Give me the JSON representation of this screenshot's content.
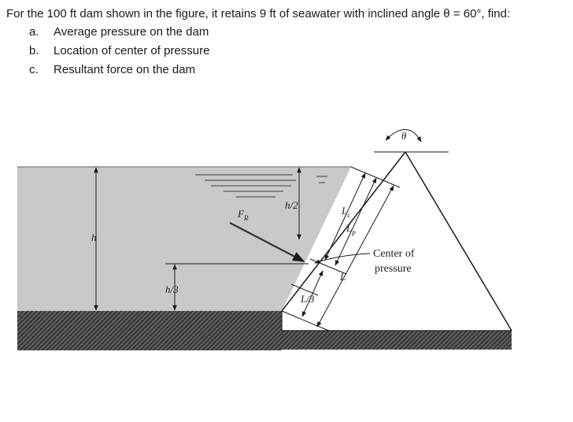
{
  "problem": {
    "statement": "For the 100 ft dam shown in the figure, it retains 9 ft of seawater with inclined angle θ = 60°, find:",
    "items": [
      {
        "marker": "a.",
        "text": "Average pressure on the dam"
      },
      {
        "marker": "b.",
        "text": "Location of center of pressure"
      },
      {
        "marker": "c.",
        "text": "Resultant force on the dam"
      }
    ]
  },
  "figure": {
    "labels": {
      "theta": "θ",
      "h": "h",
      "h_half": "h/2",
      "h_third": "h/3",
      "force_main": "F",
      "force_sub": "R",
      "lc_main": "L",
      "lc_sub": "c",
      "lp_main": "L",
      "lp_sub": "p",
      "l": "L",
      "l_third": "L/3",
      "center_line1": "Center of",
      "center_line2": "pressure"
    },
    "colors": {
      "water": "#c9c9c9",
      "ground": "#3a3a3a",
      "lines": "#1a1a1a"
    }
  }
}
